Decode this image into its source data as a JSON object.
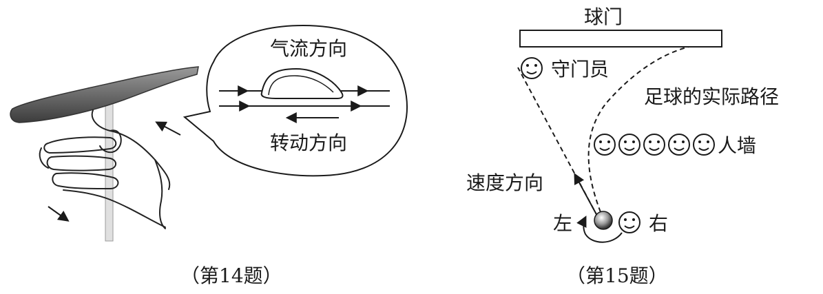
{
  "fig14": {
    "airflow_label": "气流方向",
    "rotation_label": "转动方向",
    "caption": "（第14题）"
  },
  "fig15": {
    "goal_label": "球门",
    "goalkeeper_label": "守门员",
    "path_label": "足球的实际路径",
    "wall_label": "人墙",
    "velocity_label": "速度方向",
    "left_label": "左",
    "right_label": "右",
    "caption": "（第15题）"
  }
}
